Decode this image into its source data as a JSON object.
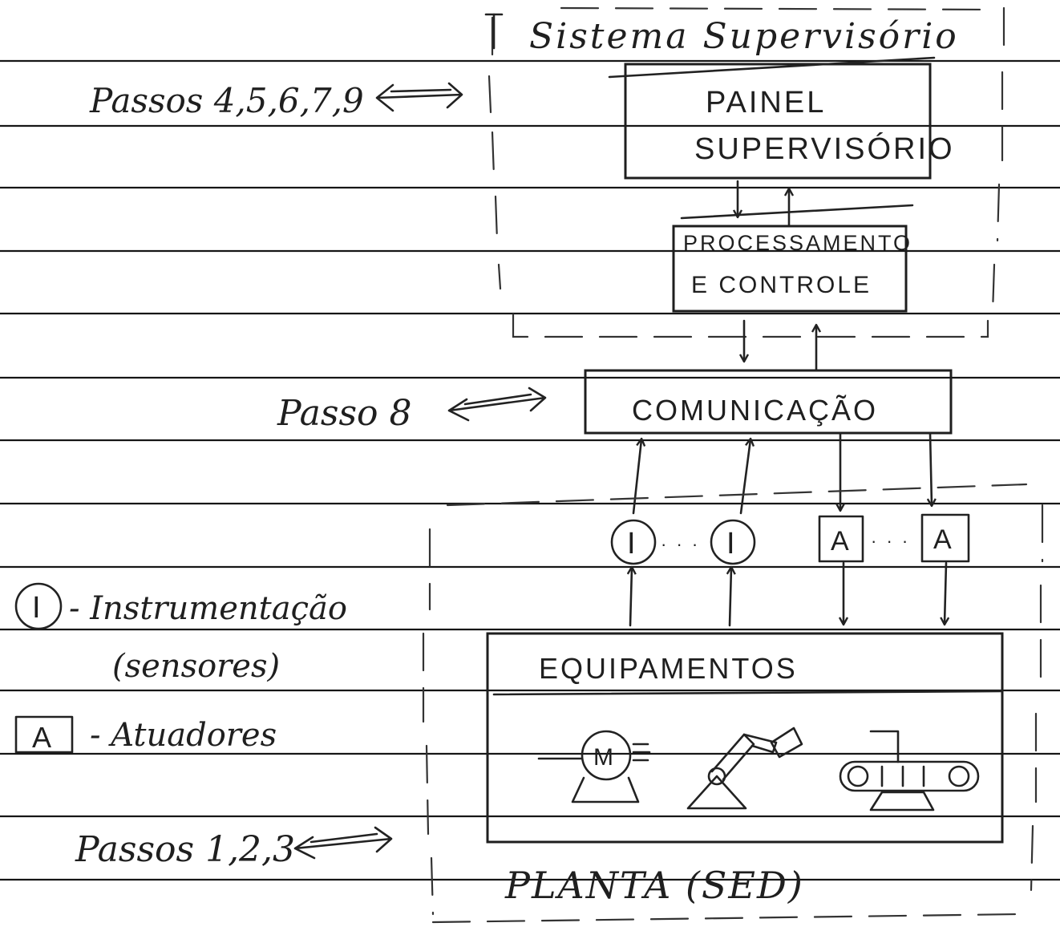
{
  "regions": {
    "supervisory_system": "Sistema Supervisório",
    "plant": "PLANTA (SED)"
  },
  "boxes": {
    "panel_line1": "PAINEL",
    "panel_line2": "SUPERVISÓRIO",
    "processing_line1": "PROCESSAMENTO",
    "processing_line2": "E CONTROLE",
    "communication": "COMUNICAÇÃO",
    "equipment": "EQUIPAMENTOS"
  },
  "steps": {
    "supervisory": "Passos 4,5,6,7,9",
    "communication": "Passo 8",
    "plant": "Passos 1,2,3"
  },
  "symbols": {
    "instrument": "I",
    "actuator": "A",
    "ellipsis": "· · ·",
    "motor": "M"
  },
  "legend": {
    "instrument_label": "- Instrumentação",
    "instrument_sub": "(sensores)",
    "actuator_label": "- Atuadores"
  },
  "colors": {
    "ink": "#1f1f1f",
    "paper": "#ffffff",
    "rule": "#161616"
  },
  "icons": [
    "motor-icon",
    "robot-arm-icon",
    "conveyor-icon",
    "two-way-arrow-icon"
  ]
}
